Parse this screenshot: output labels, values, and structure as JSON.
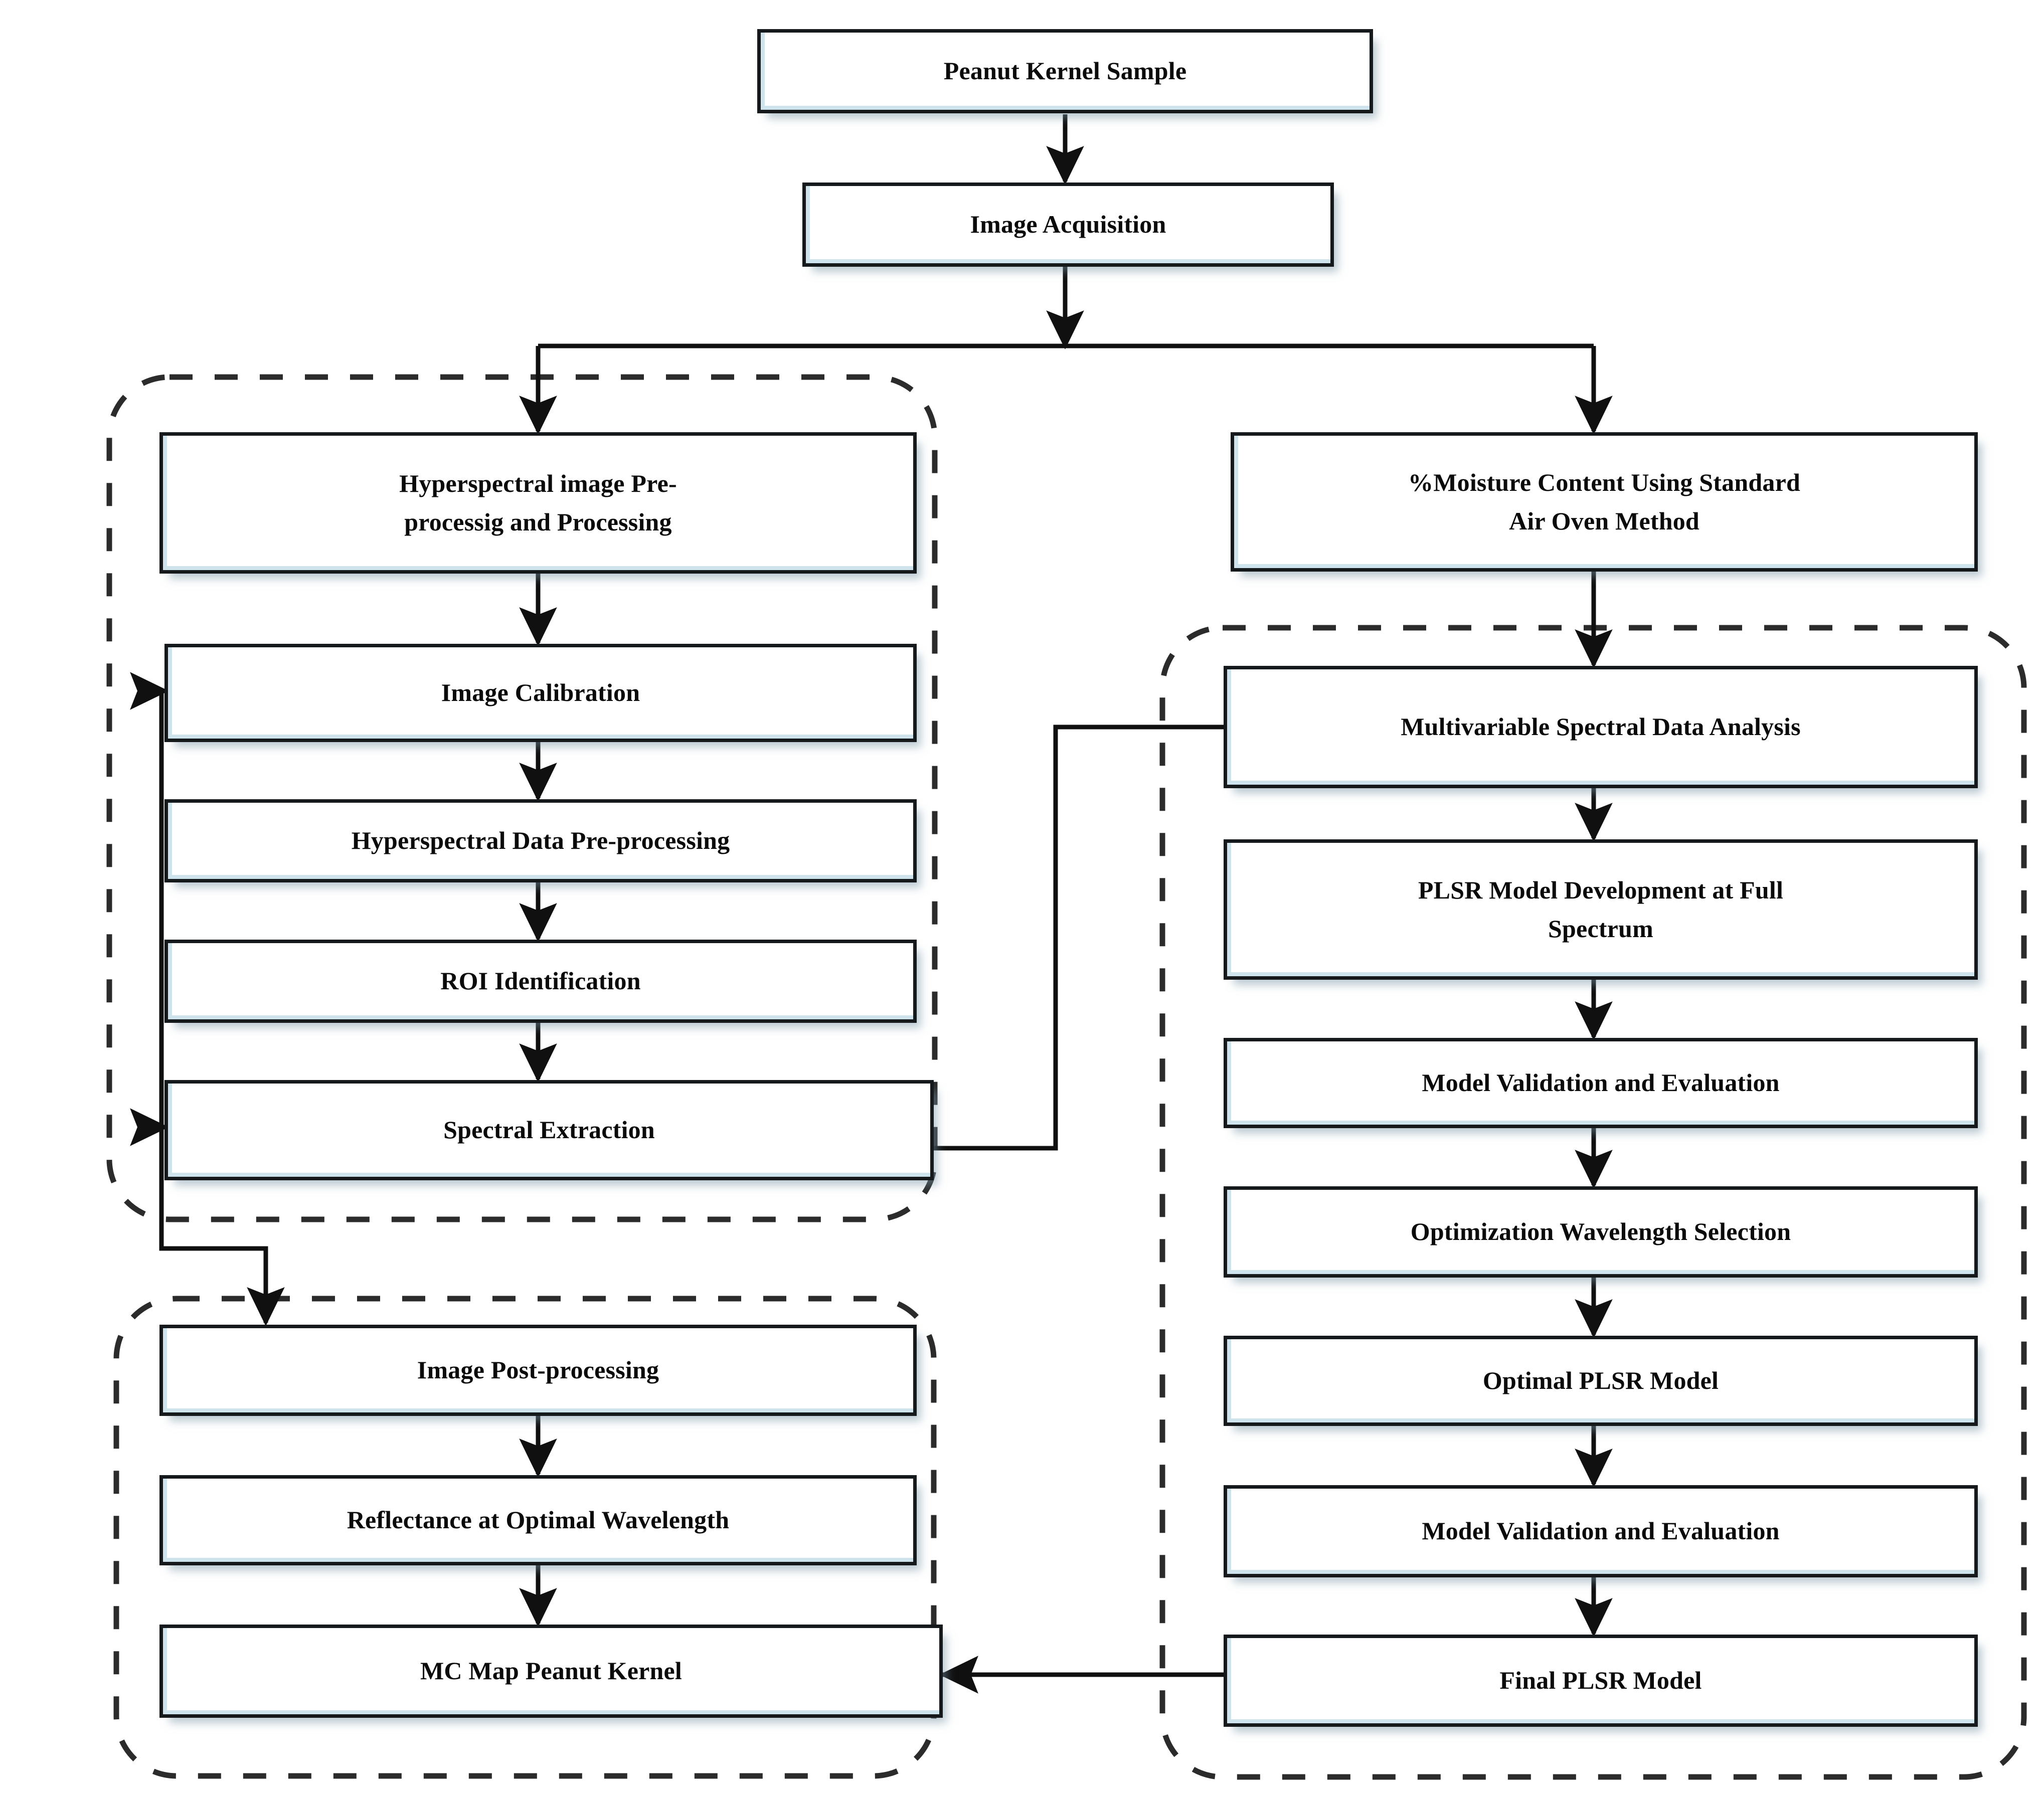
{
  "diagram": {
    "type": "flowchart",
    "title": "Peanut kernel moisture content hyperspectral imaging workflow",
    "orientation": "top-down, two parallel branches",
    "style": {
      "node_fill": "#ffffff",
      "node_border": "#15191c",
      "node_bevel": "#cfe3ec",
      "shadow": "#7e98a6",
      "connector": "#101010",
      "group_border": "#2b2b2b",
      "group_border_style": "dashed rounded rectangle"
    },
    "nodes": [
      {
        "id": "peanut_kernel_sample",
        "label": "Peanut Kernel Sample"
      },
      {
        "id": "image_acquisition",
        "label": "Image Acquisition"
      },
      {
        "id": "hsi_pre_processing",
        "label": "Hyperspectral image Pre-\nprocessig and Processing"
      },
      {
        "id": "image_calibration",
        "label": "Image Calibration"
      },
      {
        "id": "hyperspectral_data_pre_processing",
        "label": "Hyperspectral Data Pre-processing"
      },
      {
        "id": "roi_identification",
        "label": "ROI Identification"
      },
      {
        "id": "spectral_extraction",
        "label": "Spectral Extraction"
      },
      {
        "id": "moisture_content_air_oven",
        "label": "%Moisture Content Using Standard\nAir Oven Method"
      },
      {
        "id": "multivariable_spectral_data_analysis",
        "label": "Multivariable Spectral Data Analysis"
      },
      {
        "id": "plsr_model_development_full_spectrum",
        "label": "PLSR Model Development at Full\nSpectrum"
      },
      {
        "id": "model_validation_evaluation_1",
        "label": "Model Validation and Evaluation"
      },
      {
        "id": "optimization_wavelength_selection",
        "label": "Optimization Wavelength Selection"
      },
      {
        "id": "optimal_plsr_model",
        "label": "Optimal PLSR Model"
      },
      {
        "id": "model_validation_evaluation_2",
        "label": "Model Validation and Evaluation"
      },
      {
        "id": "final_plsr_model",
        "label": "Final PLSR Model"
      },
      {
        "id": "image_post_processing",
        "label": "Image Post-processing"
      },
      {
        "id": "reflectance_at_optimal_wavelength",
        "label": "Reflectance at Optimal Wavelength"
      },
      {
        "id": "mc_map_peanut_kernel",
        "label": "MC Map Peanut Kernel"
      }
    ],
    "groups": [
      {
        "id": "group-hyperspectral-processing",
        "members": [
          "hsi_pre_processing",
          "image_calibration",
          "hyperspectral_data_pre_processing",
          "roi_identification",
          "spectral_extraction"
        ]
      },
      {
        "id": "group-image-output",
        "members": [
          "image_post_processing",
          "reflectance_at_optimal_wavelength",
          "mc_map_peanut_kernel"
        ]
      },
      {
        "id": "group-model-building",
        "members": [
          "multivariable_spectral_data_analysis",
          "plsr_model_development_full_spectrum",
          "model_validation_evaluation_1",
          "optimization_wavelength_selection",
          "optimal_plsr_model",
          "model_validation_evaluation_2",
          "final_plsr_model"
        ]
      }
    ],
    "edges": [
      {
        "from": "peanut_kernel_sample",
        "to": "image_acquisition"
      },
      {
        "from": "image_acquisition",
        "to": "hsi_pre_processing"
      },
      {
        "from": "image_acquisition",
        "to": "moisture_content_air_oven"
      },
      {
        "from": "hsi_pre_processing",
        "to": "image_calibration"
      },
      {
        "from": "image_calibration",
        "to": "hyperspectral_data_pre_processing"
      },
      {
        "from": "hyperspectral_data_pre_processing",
        "to": "roi_identification"
      },
      {
        "from": "roi_identification",
        "to": "spectral_extraction"
      },
      {
        "from": "moisture_content_air_oven",
        "to": "multivariable_spectral_data_analysis"
      },
      {
        "from": "spectral_extraction",
        "to": "multivariable_spectral_data_analysis"
      },
      {
        "from": "multivariable_spectral_data_analysis",
        "to": "plsr_model_development_full_spectrum"
      },
      {
        "from": "plsr_model_development_full_spectrum",
        "to": "model_validation_evaluation_1"
      },
      {
        "from": "model_validation_evaluation_1",
        "to": "optimization_wavelength_selection"
      },
      {
        "from": "optimization_wavelength_selection",
        "to": "optimal_plsr_model"
      },
      {
        "from": "optimal_plsr_model",
        "to": "model_validation_evaluation_2"
      },
      {
        "from": "model_validation_evaluation_2",
        "to": "final_plsr_model"
      },
      {
        "from": "final_plsr_model",
        "to": "mc_map_peanut_kernel"
      },
      {
        "from": "image_post_processing",
        "to": "reflectance_at_optimal_wavelength"
      },
      {
        "from": "reflectance_at_optimal_wavelength",
        "to": "mc_map_peanut_kernel"
      },
      {
        "from": "image_calibration",
        "to": "left-feedback-bus",
        "kind": "feedback"
      },
      {
        "from": "spectral_extraction",
        "to": "left-feedback-bus",
        "kind": "feedback"
      },
      {
        "from": "left-feedback-bus",
        "to": "image_post_processing",
        "kind": "feedback"
      }
    ]
  }
}
